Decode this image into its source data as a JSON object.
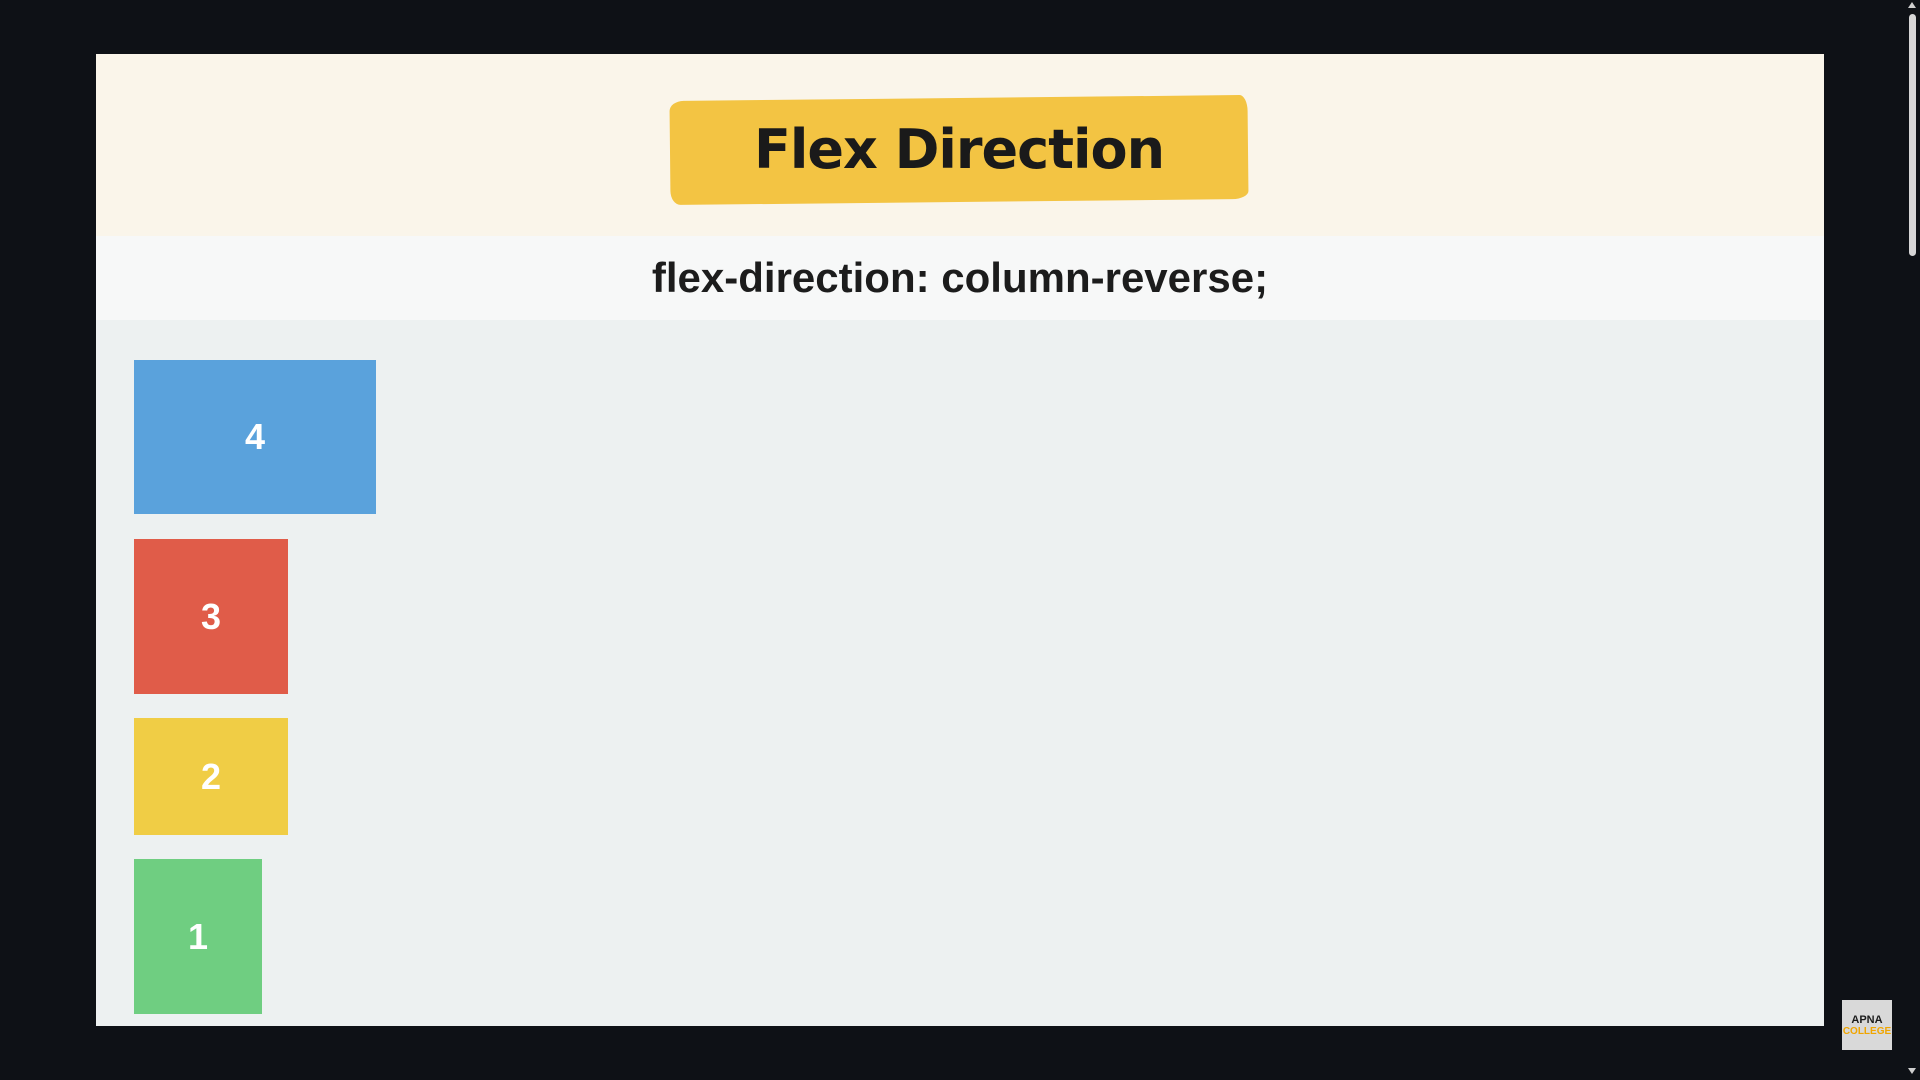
{
  "slide": {
    "title": "Flex Direction",
    "code": "flex-direction: column-reverse;",
    "title_highlight_color": "#f3c443",
    "container_bg": "#edf1f1"
  },
  "boxes": [
    {
      "label": "4",
      "color": "#5aa2dc"
    },
    {
      "label": "3",
      "color": "#e05c49"
    },
    {
      "label": "2",
      "color": "#f0cd45"
    },
    {
      "label": "1",
      "color": "#6fce81"
    }
  ],
  "logo": {
    "line1": "APNA",
    "line2": "COLLEGE"
  }
}
